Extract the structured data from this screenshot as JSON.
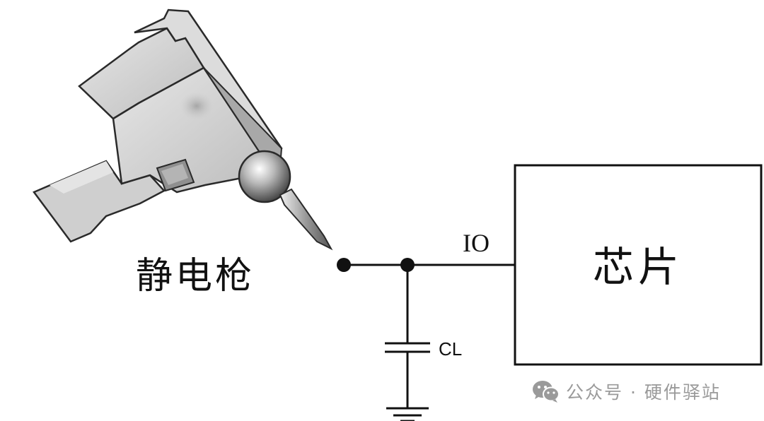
{
  "labels": {
    "esd_gun": "静电枪",
    "chip": "芯片",
    "io_pin": "IO",
    "capacitor": "CL"
  },
  "watermark": {
    "text": "公众号 · 硬件驿站",
    "icon": "wechat-icon"
  },
  "colors": {
    "line": "#111111",
    "gun_body": "#d4d4d4",
    "gun_dark": "#8a8a8a",
    "watermark": "#9a9a9a"
  }
}
